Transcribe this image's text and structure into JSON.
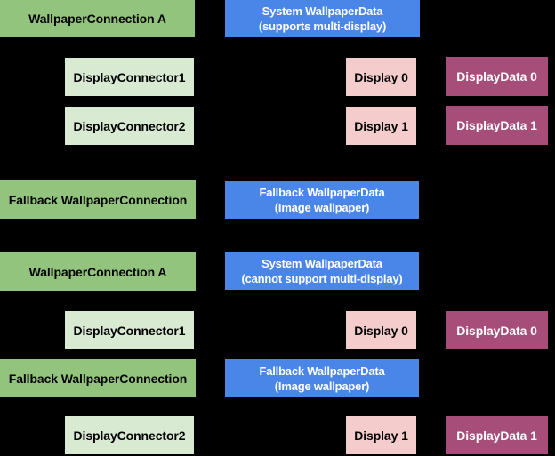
{
  "background": "#000000",
  "palette": {
    "wallpaper_connection": "#93c47d",
    "display_connector": "#d9ead3",
    "wallpaper_data": "#4a86e8",
    "display": "#f4cccc",
    "display_data": "#a64d79",
    "text_on_light": "#000000",
    "text_on_dark": "#ffffff"
  },
  "nodes": [
    {
      "id": "wallpaper-connection-a-1",
      "role": "wallpaper_connection",
      "label": "WallpaperConnection A"
    },
    {
      "id": "system-wallpaper-data-multi",
      "role": "wallpaper_data",
      "label": "System WallpaperData\n(supports multi-display)"
    },
    {
      "id": "display-connector1-1",
      "role": "display_connector",
      "label": "DisplayConnector1"
    },
    {
      "id": "display-0-1",
      "role": "display",
      "label": "Display 0"
    },
    {
      "id": "display-data-0-1",
      "role": "display_data",
      "label": "DisplayData 0"
    },
    {
      "id": "display-connector2-1",
      "role": "display_connector",
      "label": "DisplayConnector2"
    },
    {
      "id": "display-1-1",
      "role": "display",
      "label": "Display 1"
    },
    {
      "id": "display-data-1-1",
      "role": "display_data",
      "label": "DisplayData 1"
    },
    {
      "id": "fallback-wallpaper-connection-1",
      "role": "wallpaper_connection",
      "label": "Fallback WallpaperConnection"
    },
    {
      "id": "fallback-wallpaper-data-1",
      "role": "wallpaper_data",
      "label": "Fallback WallpaperData\n(Image wallpaper)"
    },
    {
      "id": "wallpaper-connection-a-2",
      "role": "wallpaper_connection",
      "label": "WallpaperConnection A"
    },
    {
      "id": "system-wallpaper-data-no-multi",
      "role": "wallpaper_data",
      "label": "System WallpaperData\n(cannot support multi-display)"
    },
    {
      "id": "display-connector1-2",
      "role": "display_connector",
      "label": "DisplayConnector1"
    },
    {
      "id": "display-0-2",
      "role": "display",
      "label": "Display 0"
    },
    {
      "id": "display-data-0-2",
      "role": "display_data",
      "label": "DisplayData 0"
    },
    {
      "id": "fallback-wallpaper-connection-2",
      "role": "wallpaper_connection",
      "label": "Fallback WallpaperConnection"
    },
    {
      "id": "fallback-wallpaper-data-2",
      "role": "wallpaper_data",
      "label": "Fallback WallpaperData\n(Image wallpaper)"
    },
    {
      "id": "display-connector2-2",
      "role": "display_connector",
      "label": "DisplayConnector2"
    },
    {
      "id": "display-1-2",
      "role": "display",
      "label": "Display 1"
    },
    {
      "id": "display-data-1-2",
      "role": "display_data",
      "label": "DisplayData 1"
    }
  ]
}
